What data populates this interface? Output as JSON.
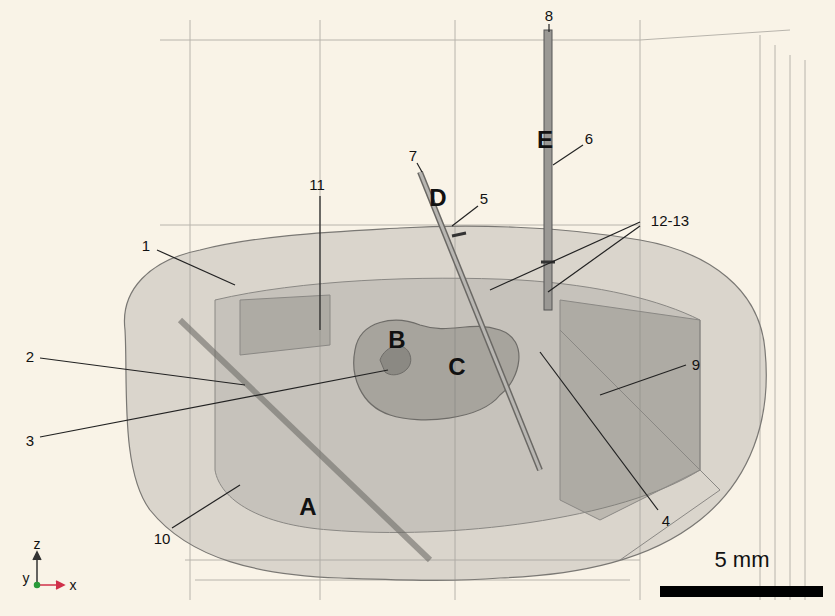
{
  "diagram": {
    "labels": [
      "8",
      "E",
      "6",
      "7",
      "D",
      "5",
      "11",
      "1",
      "12-13",
      "B",
      "2",
      "C",
      "9",
      "3",
      "10",
      "A",
      "4",
      "z",
      "y",
      "x",
      "5 mm"
    ]
  }
}
